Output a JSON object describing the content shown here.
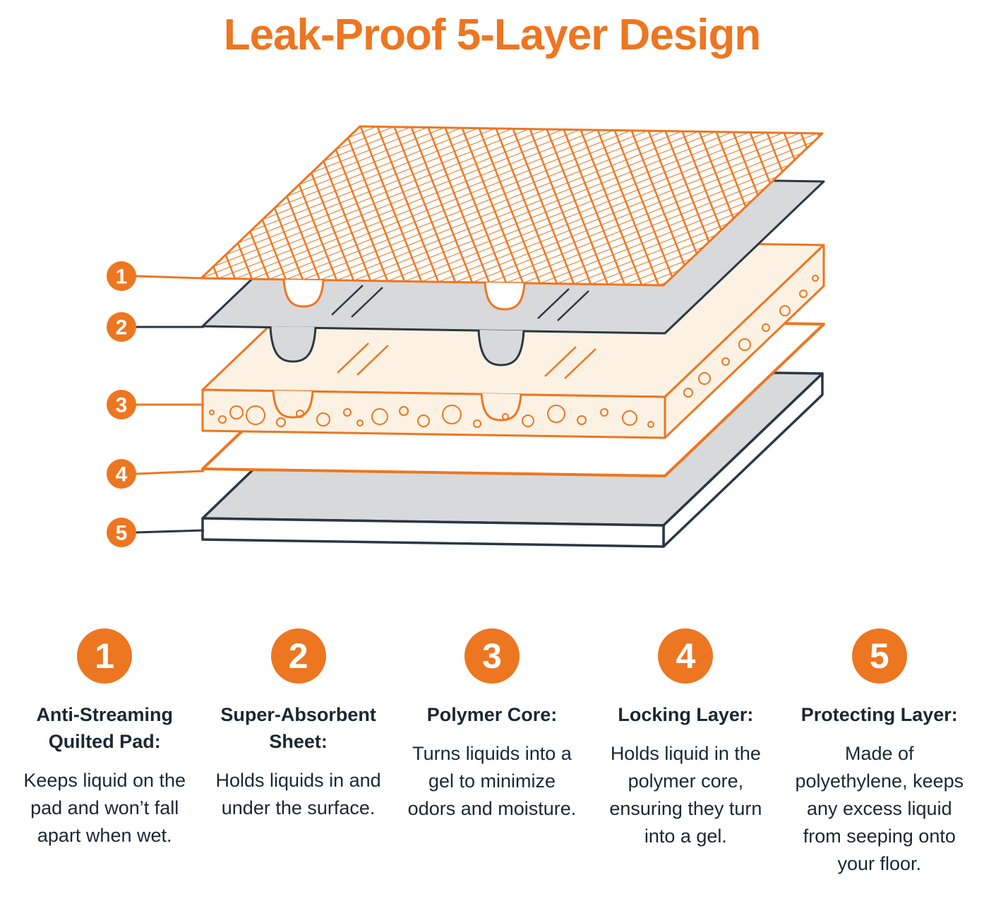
{
  "title": "Leak-Proof 5-Layer Design",
  "colors": {
    "orange": "#ED7621",
    "navy": "#2B3744",
    "gray": "#D8D9DA",
    "cream": "#FCF2E3",
    "text": "#1C2733",
    "white": "#FFFFFF"
  },
  "diagram": {
    "layer_labels": [
      "1",
      "2",
      "3",
      "4",
      "5"
    ],
    "layer_names": [
      "anti-streaming-quilted-pad",
      "super-absorbent-sheet",
      "polymer-core",
      "locking-layer",
      "protecting-layer"
    ]
  },
  "cols": [
    {
      "num": "1",
      "heading": "Anti-Streaming Quilted Pad:",
      "body": "Keeps liquid on the pad and won’t fall apart when wet."
    },
    {
      "num": "2",
      "heading": "Super-Absorbent Sheet:",
      "body": "Holds liquids in and under the surface."
    },
    {
      "num": "3",
      "heading": "Polymer Core:",
      "body": "Turns liquids into a gel to minimize odors and moisture."
    },
    {
      "num": "4",
      "heading": "Locking Layer:",
      "body": "Holds liquid in the polymer core, ensuring they turn into a gel."
    },
    {
      "num": "5",
      "heading": "Protecting Layer:",
      "body": "Made of polyethylene, keeps any excess liquid from seeping onto your floor."
    }
  ]
}
